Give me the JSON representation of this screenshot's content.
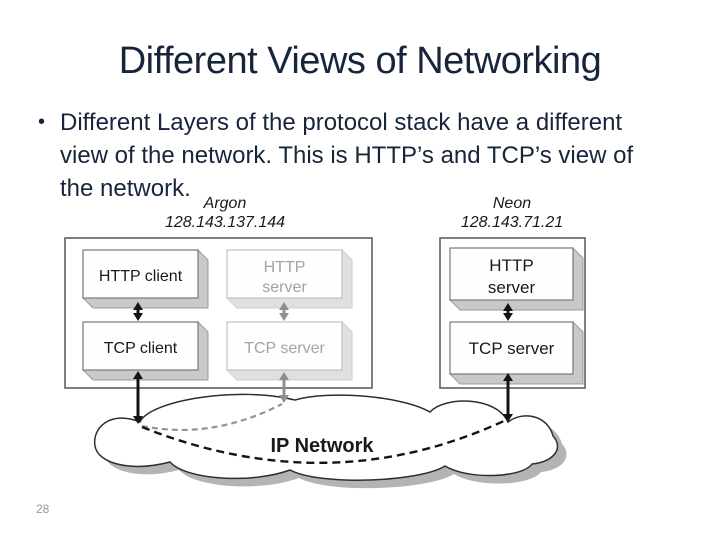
{
  "slide": {
    "title": "Different Views of Networking",
    "bullet": {
      "marker": "•",
      "lines": [
        "Different Layers of the protocol stack have a different",
        "view of the network. This is HTTP’s and TCP’s view of",
        "the network."
      ]
    },
    "page_number": "28"
  },
  "diagram": {
    "left_host": {
      "name": "Argon",
      "ip": "128.143.137.144",
      "boxes": {
        "http_client": "HTTP client",
        "http_server": [
          "HTTP",
          "server"
        ],
        "tcp_client": "TCP client",
        "tcp_server": "TCP server"
      }
    },
    "right_host": {
      "name": "Neon",
      "ip": "128.143.71.21",
      "boxes": {
        "http_server": [
          "HTTP",
          "server"
        ],
        "tcp_server": "TCP server"
      }
    },
    "cloud_label": "IP Network"
  },
  "colors": {
    "title_text": "#17253c",
    "body_text": "#17253c",
    "diagram_text": "#1a1a1a",
    "dimmed_text": "#a3a3a3",
    "arrow_black": "#141414",
    "arrow_gray": "#8f8f8f",
    "box_depth": "#c9c9c9",
    "box_border": "#7a7a7a",
    "outer_border": "#5f5f5f",
    "cloud_outline": "#2e2e2e",
    "cloud_shadow": "#b4b4b4",
    "page_number": "#9a9a9a"
  }
}
